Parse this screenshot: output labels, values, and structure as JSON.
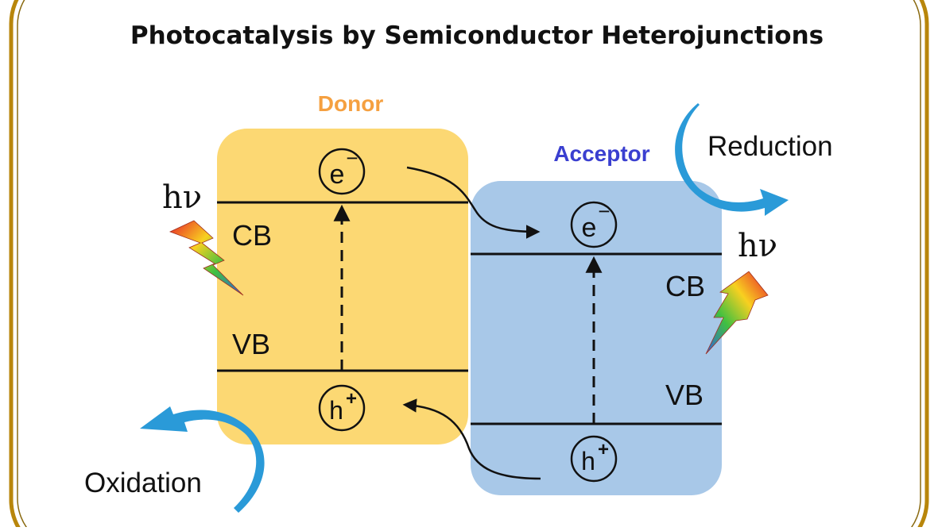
{
  "title": "Photocatalysis by Semiconductor Heterojunctions",
  "donor": {
    "label": "Donor",
    "cb": "CB",
    "vb": "VB",
    "electron": "e",
    "electron_charge": "−",
    "hole": "h",
    "hole_charge": "+",
    "photon": "hν"
  },
  "acceptor": {
    "label": "Acceptor",
    "cb": "CB",
    "vb": "VB",
    "electron": "e",
    "electron_charge": "−",
    "hole": "h",
    "hole_charge": "+",
    "photon": "hν"
  },
  "reduction": "Reduction",
  "oxidation": "Oxidation",
  "colors": {
    "frame_border": "#b8860b",
    "donor_box": "#fcd873",
    "acceptor_box": "#a8c8e8",
    "donor_label": "#f5a040",
    "acceptor_label": "#3a3fd0",
    "curved_arrow": "#2a9ad8"
  }
}
